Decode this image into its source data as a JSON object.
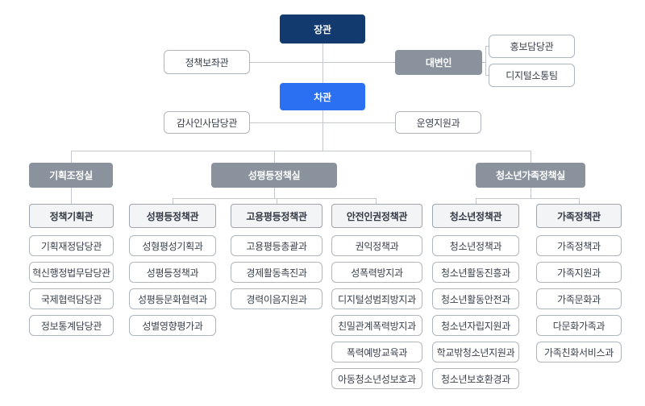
{
  "palette": {
    "navy": "#123A6E",
    "blue": "#2B6FF2",
    "gray": "#8A939D",
    "bureau_fill": "#F2F4F5",
    "bureau_border": "#9CA4AD",
    "division_border": "#AFB6BD",
    "line": "#C4C8CC",
    "text_dark": "#3A414D"
  },
  "top": {
    "minister": "장관",
    "vice_minister": "차관",
    "policy_advisor": "정책보좌관",
    "spokesperson": "대변인",
    "spokesperson_units": [
      "홍보담당관",
      "디지털소통팀"
    ],
    "audit_personnel": "감사인사담당관",
    "operations_support": "운영지원과"
  },
  "offices": [
    {
      "label": "기획조정실",
      "bureaus": [
        {
          "label": "정책기획관",
          "divisions": [
            "기획재정담당관",
            "혁신행정법무담당관",
            "국제협력담당관",
            "정보통계담당관"
          ]
        }
      ]
    },
    {
      "label": "성평등정책실",
      "bureaus": [
        {
          "label": "성평등정책관",
          "divisions": [
            "성형평성기획과",
            "성평등정책과",
            "성평등문화협력과",
            "성별영향평가과"
          ]
        },
        {
          "label": "고용평등정책관",
          "divisions": [
            "고용평등총괄과",
            "경제활동촉진과",
            "경력이음지원과"
          ]
        },
        {
          "label": "안전인권정책관",
          "divisions": [
            "권익정책과",
            "성폭력방지과",
            "디지털성범죄방지과",
            "친밀관계폭력방지과",
            "폭력예방교육과",
            "아동청소년성보호과"
          ]
        }
      ]
    },
    {
      "label": "청소년가족정책실",
      "bureaus": [
        {
          "label": "청소년정책관",
          "divisions": [
            "청소년정책과",
            "청소년활동진흥과",
            "청소년활동안전과",
            "청소년자립지원과",
            "학교밖청소년지원과",
            "청소년보호환경과"
          ]
        },
        {
          "label": "가족정책관",
          "divisions": [
            "가족정책과",
            "가족지원과",
            "가족문화과",
            "다문화가족과",
            "가족친화서비스과"
          ]
        }
      ]
    }
  ]
}
